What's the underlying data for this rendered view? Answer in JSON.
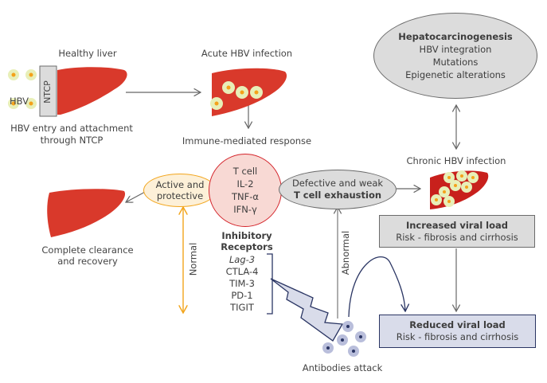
{
  "nodes": {
    "healthy_liver": {
      "title": "Healthy liver",
      "hbv_label": "HBV",
      "receptor_label": "NTCP",
      "caption_line1": "HBV entry and attachment",
      "caption_line2": "through NTCP"
    },
    "acute": {
      "title": "Acute HBV infection",
      "caption": "Immune-mediated response"
    },
    "hepato": {
      "title": "Hepatocarcinogenesis",
      "lines": [
        "HBV integration",
        "Mutations",
        "Epigenetic alterations"
      ]
    },
    "chronic": {
      "title": "Chronic HBV infection"
    },
    "increased": {
      "title": "Increased viral load",
      "subtitle": "Risk - fibrosis and cirrhosis"
    },
    "reduced": {
      "title": "Reduced viral load",
      "subtitle": "Risk - fibrosis and cirrhosis"
    },
    "active": {
      "line1": "Active and",
      "line2": "protective"
    },
    "tcell": {
      "lines": [
        "T cell",
        "IL-2",
        "TNF-α",
        "IFN-γ"
      ]
    },
    "defective": {
      "line1": "Defective and weak",
      "line2": "T cell exhaustion"
    },
    "clearance": {
      "line1": "Complete clearance",
      "line2": "and recovery"
    },
    "inhibitory": {
      "title_line1": "Inhibitory",
      "title_line2": "Receptors",
      "receptors": [
        "Lag-3",
        "CTLA-4",
        "TIM-3",
        "PD-1",
        "TIGIT"
      ]
    },
    "antibodies": {
      "caption": "Antibodies attack"
    }
  },
  "edges": {
    "normal_label": "Normal",
    "abnormal_label": "Abnormal"
  },
  "colors": {
    "liver": "#d9392b",
    "virus_halo": "#e8efb8",
    "virus_core": "#f4a21a",
    "tcell_fill": "#f8d9d4",
    "tcell_stroke": "#d4232a",
    "active_fill": "#fdf0d8",
    "active_stroke": "#f2a51c",
    "grey_fill": "#dcdcdc",
    "grey_stroke": "#6b6b6b",
    "navy": "#2a3563",
    "lavender": "#d9dcea",
    "antibody": "#b9bedb"
  }
}
